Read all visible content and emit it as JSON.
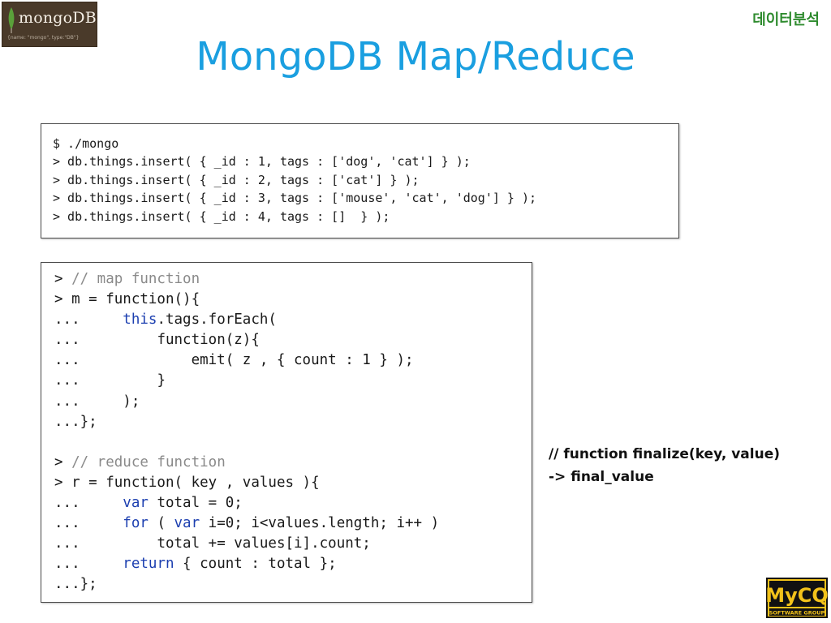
{
  "logo": {
    "text": "mongoDB",
    "sub": "{name: \"mongo\", type:\"DB\"}"
  },
  "header": {
    "tag": "데이터분석",
    "title": "MongoDB Map/Reduce"
  },
  "code_insert": [
    "$ ./mongo",
    "> db.things.insert( { _id : 1, tags : ['dog', 'cat'] } );",
    "> db.things.insert( { _id : 2, tags : ['cat'] } );",
    "> db.things.insert( { _id : 3, tags : ['mouse', 'cat', 'dog'] } );",
    "> db.things.insert( { _id : 4, tags : []  } );"
  ],
  "code_mapreduce": [
    {
      "prefix": "> ",
      "text": "// map function",
      "style": "comment"
    },
    {
      "prefix": "> ",
      "text": "m = function(){",
      "style": "normal"
    },
    {
      "prefix": "...     ",
      "text": "this.tags.forEach(",
      "style": "key"
    },
    {
      "prefix": "...         ",
      "text": "function(z){",
      "style": "normal"
    },
    {
      "prefix": "...             ",
      "text": "emit( z , { count : 1 } );",
      "style": "normal"
    },
    {
      "prefix": "...         ",
      "text": "}",
      "style": "normal"
    },
    {
      "prefix": "...     ",
      "text": ");",
      "style": "normal"
    },
    {
      "prefix": "",
      "text": "...};",
      "style": "normal"
    },
    {
      "prefix": "",
      "text": "",
      "style": "normal"
    },
    {
      "prefix": "> ",
      "text": "// reduce function",
      "style": "comment"
    },
    {
      "prefix": "> ",
      "text": "r = function( key , values ){",
      "style": "normal"
    },
    {
      "prefix": "...     ",
      "text": "var total = 0;",
      "style": "key"
    },
    {
      "prefix": "...     ",
      "text": "for ( var i=0; i<values.length; i++ )",
      "style": "key"
    },
    {
      "prefix": "...         ",
      "text": "total += values[i].count;",
      "style": "normal"
    },
    {
      "prefix": "...     ",
      "text": "return { count : total };",
      "style": "key"
    },
    {
      "prefix": "",
      "text": "...};",
      "style": "normal"
    }
  ],
  "note": {
    "line1": "// function finalize(key, value)",
    "line2": "-> final_value"
  },
  "corner_logo": {
    "text": "MyCQ",
    "sub": "SOFTWARE GROUP"
  }
}
